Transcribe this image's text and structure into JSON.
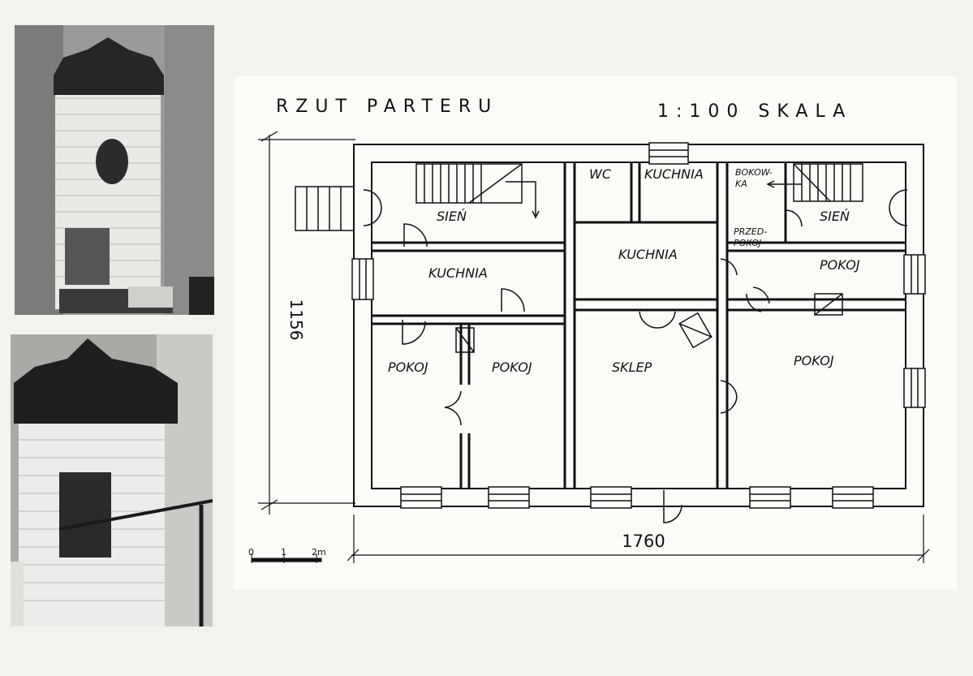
{
  "plan": {
    "title": "RZUT PARTERU",
    "scale_label": "1:100 SKALA",
    "dimension_width": "1760",
    "dimension_height": "1156",
    "scale_bar": {
      "zero": "0",
      "one": "1",
      "two": "2m"
    },
    "rooms": {
      "wc": "WC",
      "kuchnia_top": "KUCHNIA",
      "bokowka": "BOKOW-\nKA",
      "bokowka_line1": "BOKOW-",
      "bokowka_line2": "KA",
      "sien_left": "SIEŃ",
      "sien_right": "SIEŃ",
      "przedpokoj_line1": "PRZED-",
      "przedpokoj_line2": "POKOJ",
      "kuchnia_left": "KUCHNIA",
      "kuchnia_mid": "KUCHNIA",
      "pokoj_right_small": "POKOJ",
      "pokoj_left1": "POKOJ",
      "pokoj_left2": "POKOJ",
      "sklep": "SKLEP",
      "pokoj_right_big": "POKOJ"
    }
  },
  "photos": {
    "top": {
      "subject": "tiled-stove-photo"
    },
    "bottom": {
      "subject": "tiled-stove-photo"
    }
  },
  "colors": {
    "ink": "#111111",
    "paper": "#fbfbf8",
    "sheet": "#f3f2ed"
  }
}
